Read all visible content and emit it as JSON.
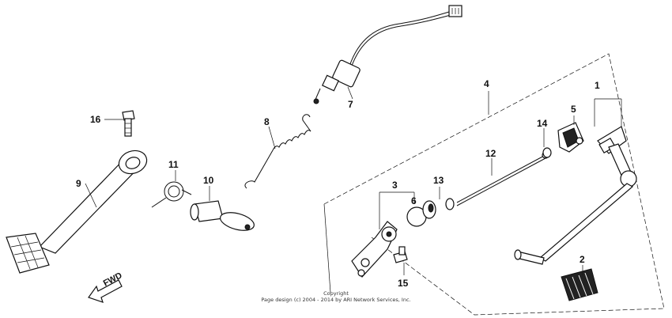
{
  "callouts": {
    "c1": "1",
    "c2": "2",
    "c3": "3",
    "c4": "4",
    "c5": "5",
    "c6": "6",
    "c7": "7",
    "c8": "8",
    "c9": "9",
    "c10": "10",
    "c11": "11",
    "c12": "12",
    "c13": "13",
    "c14": "14",
    "c15": "15",
    "c16": "16"
  },
  "direction_label": "FWD",
  "copyright": {
    "line1": "Copyright",
    "line2": "Page design (c) 2004 - 2014 by ARI Network Services, Inc."
  }
}
